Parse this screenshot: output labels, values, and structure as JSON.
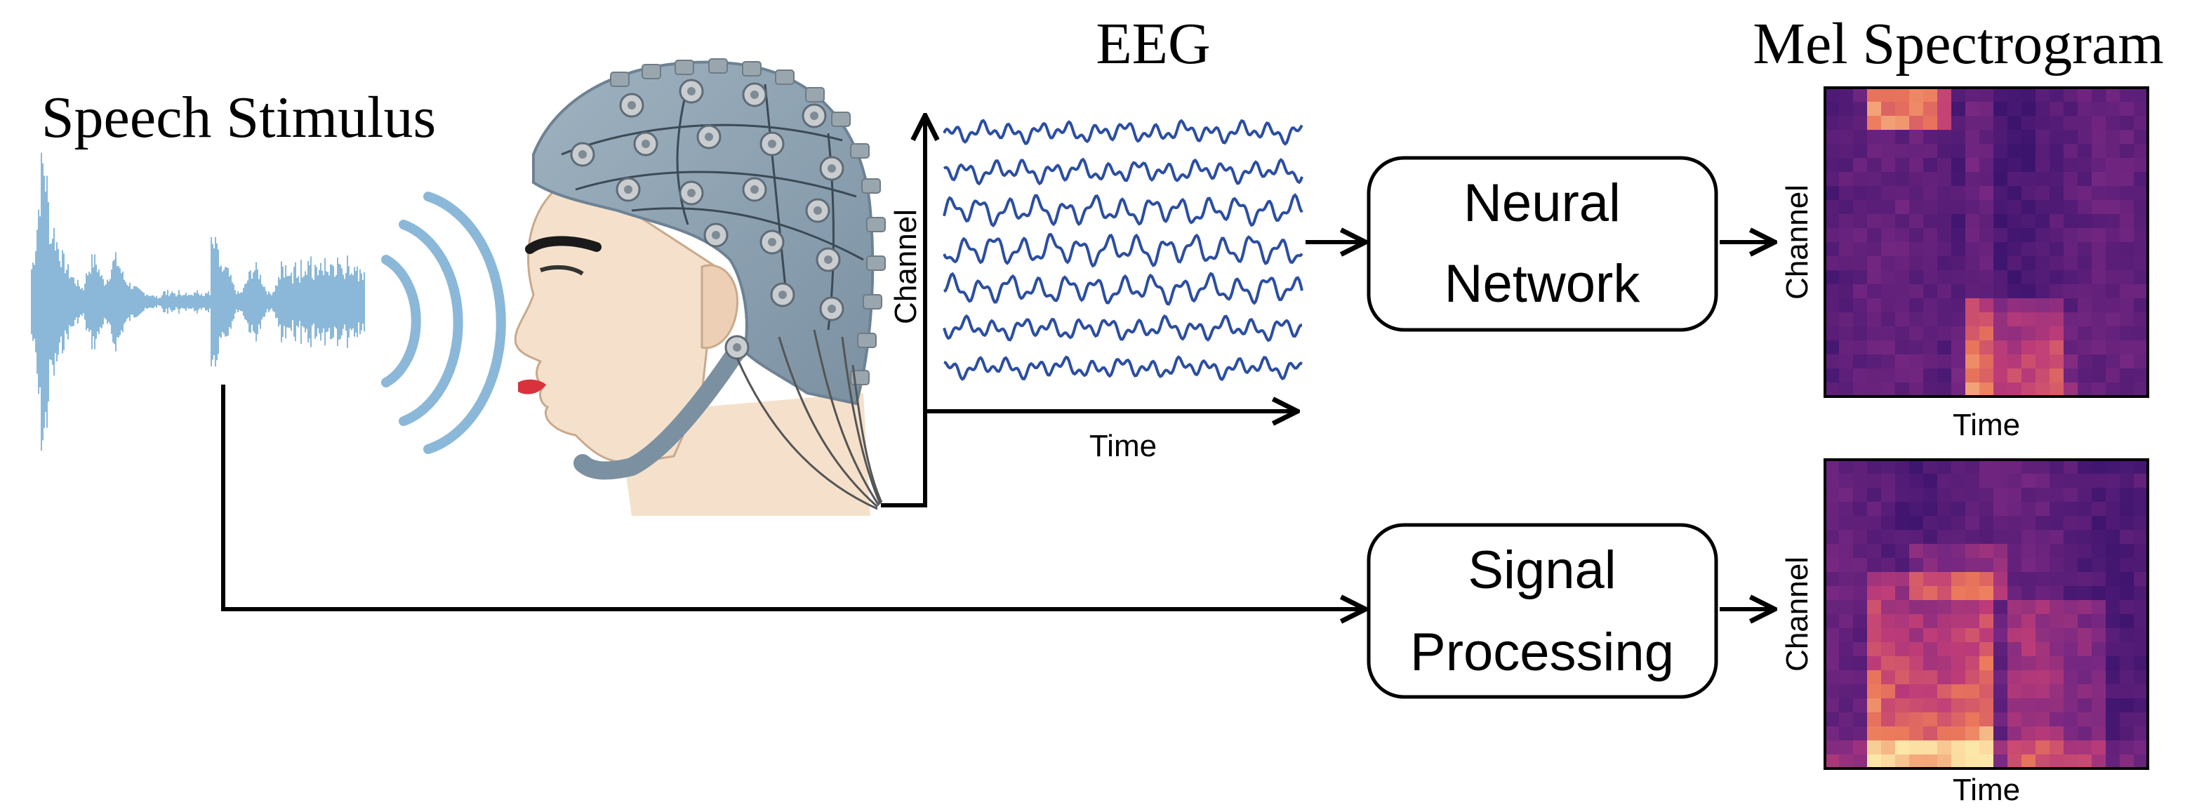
{
  "titles": {
    "speech_stimulus": "Speech Stimulus",
    "eeg": "EEG",
    "mel_spectrogram": "Mel Spectrogram"
  },
  "eeg_axes": {
    "ylabel": "Channel",
    "xlabel": "Time"
  },
  "boxes": {
    "neural_network": [
      "Neural",
      "Network"
    ],
    "signal_processing": [
      "Signal",
      "Processing"
    ]
  },
  "spectrogram_top": {
    "ylabel": "Channel",
    "xlabel": "Time"
  },
  "spectrogram_bottom": {
    "ylabel": "Channel",
    "xlabel": "Time"
  },
  "colors": {
    "waveform": "#8bb8d8",
    "eeg_traces": "#2b4ea2",
    "cap": "#8aa0b0",
    "skin": "#f5e1cb",
    "spec_dark": "#3c1a6e",
    "spec_mid": "#b93f78",
    "spec_bright": "#fde7a8"
  },
  "icons": [
    "head-with-eeg-cap-icon",
    "sound-waves-icon",
    "speech-waveform-icon"
  ]
}
